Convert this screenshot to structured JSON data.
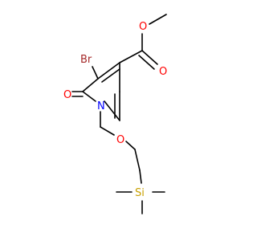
{
  "structure": {
    "atoms": {
      "bromine": "Br",
      "carbonyl_oxygen_left": "O",
      "nitrogen": "N",
      "ether_oxygen": "O",
      "silicon": "Si",
      "ester_oxygen_top": "O",
      "ester_oxygen_right": "O"
    },
    "colors": {
      "bond": "#000000",
      "bromine": "#a52a2a",
      "oxygen": "#ff0000",
      "nitrogen": "#0000ff",
      "silicon": "#c8a000"
    }
  }
}
